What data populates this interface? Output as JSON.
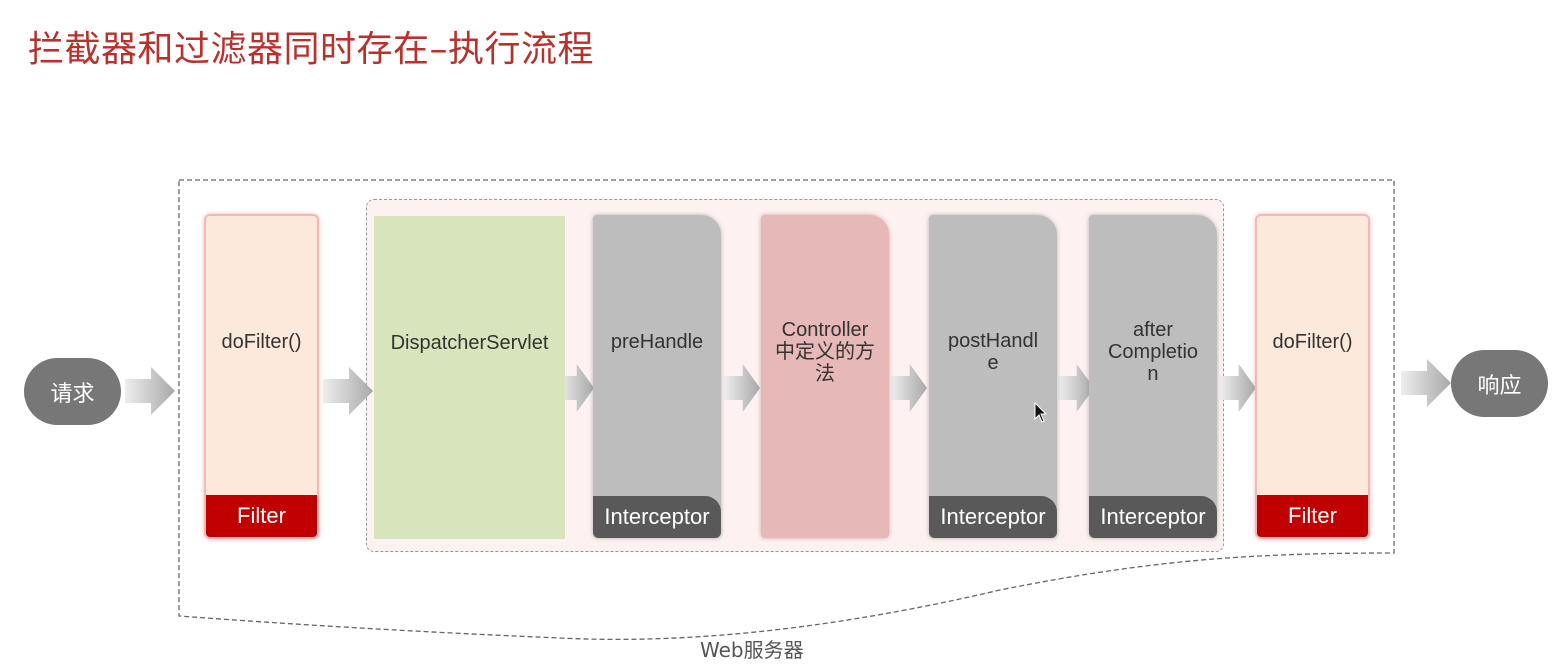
{
  "title": "拦截器和过滤器同时存在–执行流程",
  "request_label": "请求",
  "response_label": "响应",
  "server_label": "Web服务器",
  "blocks": {
    "filter_in": {
      "text": "doFilter()",
      "tag": "Filter"
    },
    "servlet": {
      "text": "DispatcherServlet"
    },
    "prehandle": {
      "text": "preHandle",
      "tag": "Interceptor"
    },
    "controller": {
      "text": "Controller\n中定义的方\n法"
    },
    "posthandle": {
      "text": "postHandl\ne",
      "tag": "Interceptor"
    },
    "aftercompletion": {
      "text": "after\nCompletio\nn",
      "tag": "Interceptor"
    },
    "filter_out": {
      "text": "doFilter()",
      "tag": "Filter"
    }
  },
  "colors": {
    "title": "#b8322d",
    "filter_fill": "#fde9dc",
    "filter_tag": "#c00000",
    "servlet_fill": "#d8e4bc",
    "interceptor_fill": "#bdbdbd",
    "interceptor_tag": "#595959",
    "controller_fill": "#e6b8b7",
    "oval": "#777777"
  }
}
